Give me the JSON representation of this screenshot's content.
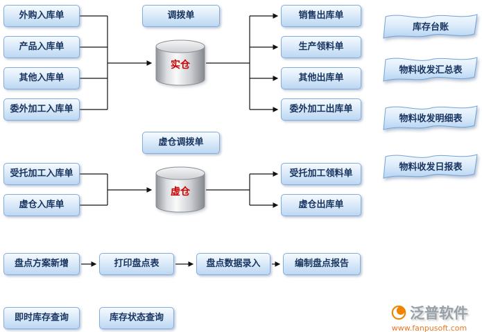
{
  "diagram": {
    "real_section": {
      "inputs": [
        "外购入库单",
        "产品入库单",
        "其他入库单",
        "委外加工入库单"
      ],
      "transfer": "调拨单",
      "warehouse": "实仓",
      "outputs": [
        "销售出库单",
        "生产领料单",
        "其他出库单",
        "委外加工出库单"
      ]
    },
    "reports": [
      "库存台账",
      "物料收发汇总表",
      "物料收发明细表",
      "物料收发日报表"
    ],
    "virtual_section": {
      "transfer": "虚仓调拨单",
      "inputs": [
        "受托加工入库单",
        "虚仓入库单"
      ],
      "warehouse": "虚仓",
      "outputs": [
        "受托加工领料单",
        "虚仓出库单"
      ]
    },
    "stocktake_flow": [
      "盘点方案新增",
      "打印盘点表",
      "盘点数据录入",
      "编制盘点报告"
    ],
    "queries": [
      "即时库存查询",
      "库存状态查询"
    ]
  },
  "branding": {
    "name": "泛普软件",
    "url": "www.fanpusoft.com"
  },
  "colors": {
    "box_border": "#85abd9",
    "box_text": "#17335e",
    "warehouse_text": "#cc0000",
    "arrow": "#111111",
    "brand_orange": "#f08300",
    "url_orange": "#e87722"
  }
}
